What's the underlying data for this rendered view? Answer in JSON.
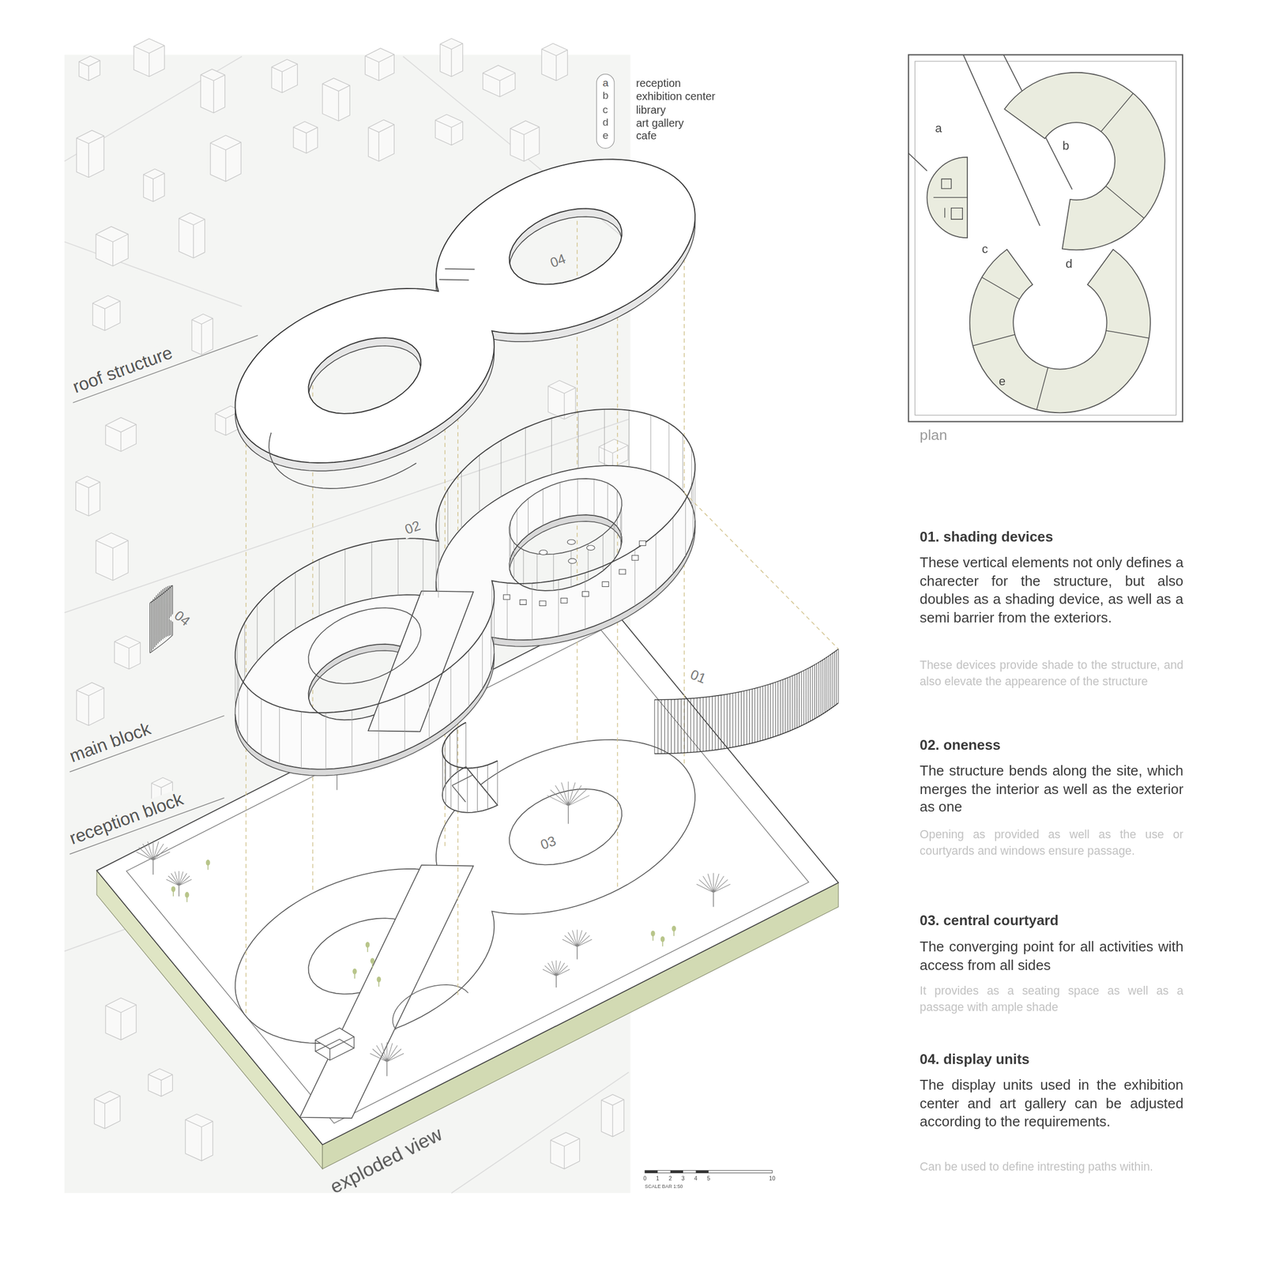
{
  "diagram": {
    "labels": [
      "a",
      "reception",
      "b",
      "exhibition center",
      "c",
      "library",
      "d",
      "art gallery",
      "e",
      "cafe",
      "04",
      "roof structure",
      "02",
      "04",
      "01",
      "main block",
      "reception block",
      "03",
      "exploded view",
      "a",
      "b",
      "c",
      "d",
      "e",
      "plan",
      "01. shading devices",
      "These vertical elements not only defines a charecter for the structure, but also doubles as a shading device, as well as a semi barrier from the exteriors.",
      "These devices provide shade to the structure, and also elevate the appearence of the structure",
      "02. oneness",
      "The structure bends along the site, which merges the interior as well as the exterior as one",
      "Opening as provided as well as the use or courtyards and windows ensure passage.",
      "03. central courtyard",
      "The converging point for all activities with access from all sides",
      "It provides as a seating space as well as a passage with ample shade",
      "04. display units",
      "The display units used in the exhibition center and art gallery can be adjusted according to the requirements.",
      "Can be used to define intresting paths within.",
      "0",
      "1",
      "2",
      "3",
      "4",
      "5",
      "10",
      "SCALE BAR 1:50"
    ]
  }
}
